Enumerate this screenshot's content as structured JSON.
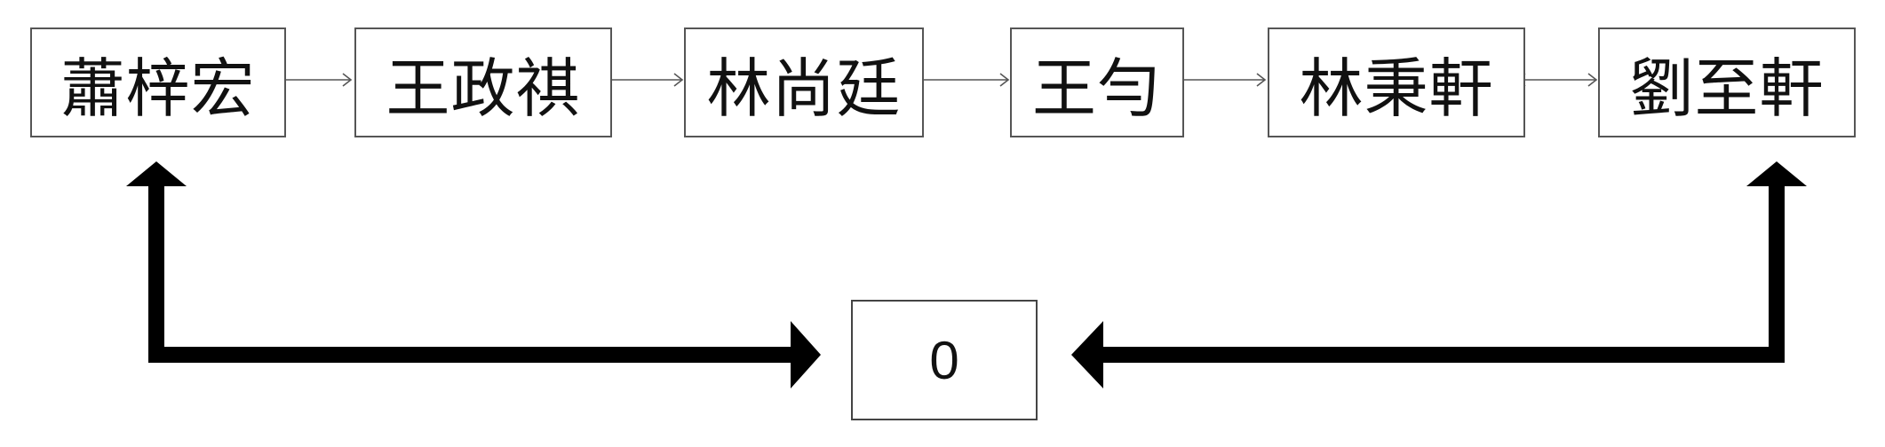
{
  "chain": [
    {
      "id": "node-0",
      "label": "蕭梓宏"
    },
    {
      "id": "node-1",
      "label": "王政祺"
    },
    {
      "id": "node-2",
      "label": "林尚廷"
    },
    {
      "id": "node-3",
      "label": "王勻"
    },
    {
      "id": "node-4",
      "label": "林秉軒"
    },
    {
      "id": "node-5",
      "label": "劉至軒"
    }
  ],
  "center_node": {
    "label": "0"
  },
  "colors": {
    "thin_link": "#555555",
    "thick_arrow": "#000000",
    "box_border": "#555555"
  }
}
